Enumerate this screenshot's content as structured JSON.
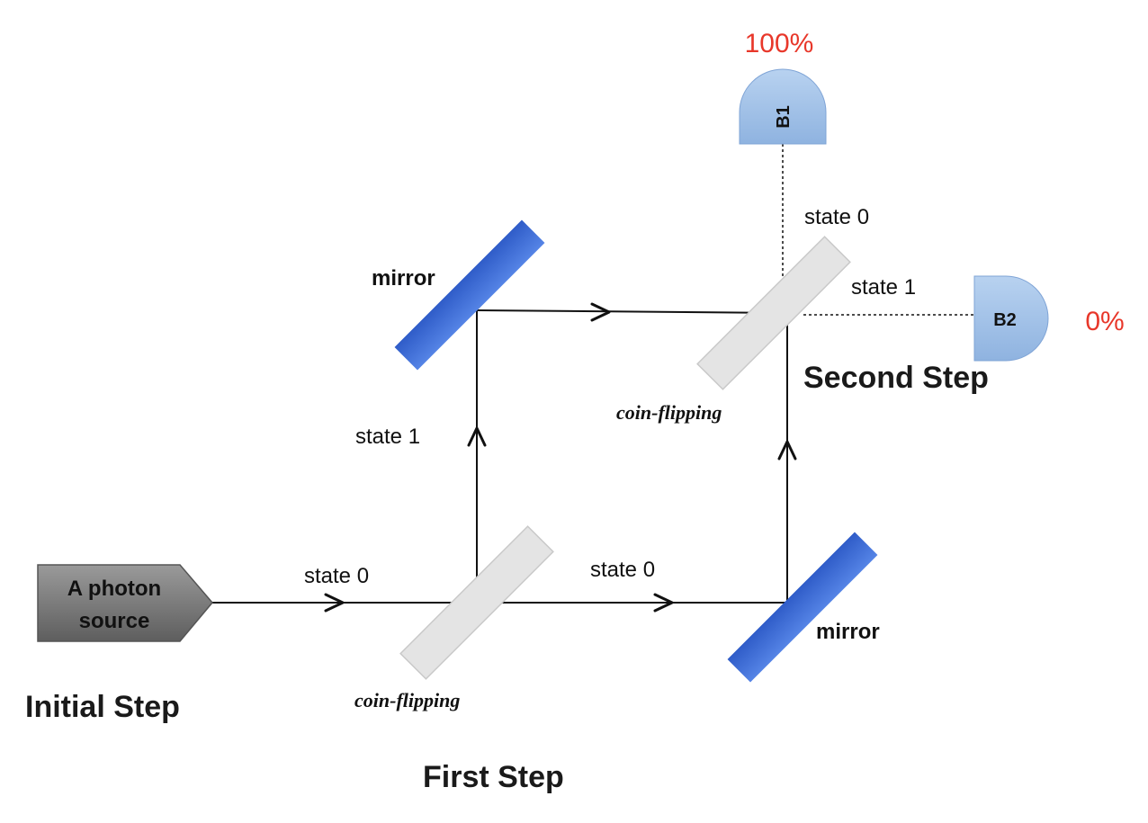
{
  "source": {
    "line1": "A photon",
    "line2": "source"
  },
  "steps": {
    "initial": "Initial Step",
    "first": "First Step",
    "second": "Second Step"
  },
  "labels": {
    "source_state": "state 0",
    "first_state0": "state 0",
    "first_state1": "state 1",
    "second_state0": "state 0",
    "second_state1": "state 1",
    "mirror_top": "mirror",
    "mirror_bottom": "mirror",
    "coin_bottom": "coin-flipping",
    "coin_top": "coin-flipping"
  },
  "detectors": {
    "b1": {
      "label": "B1",
      "probability": "100%"
    },
    "b2": {
      "label": "B2",
      "probability": "0%"
    }
  },
  "colors": {
    "mirror": "#3f6ed8",
    "splitter": "#e4e4e4",
    "detector": "#a9c6ea",
    "source": "#777777",
    "probability": "#e8372a"
  }
}
